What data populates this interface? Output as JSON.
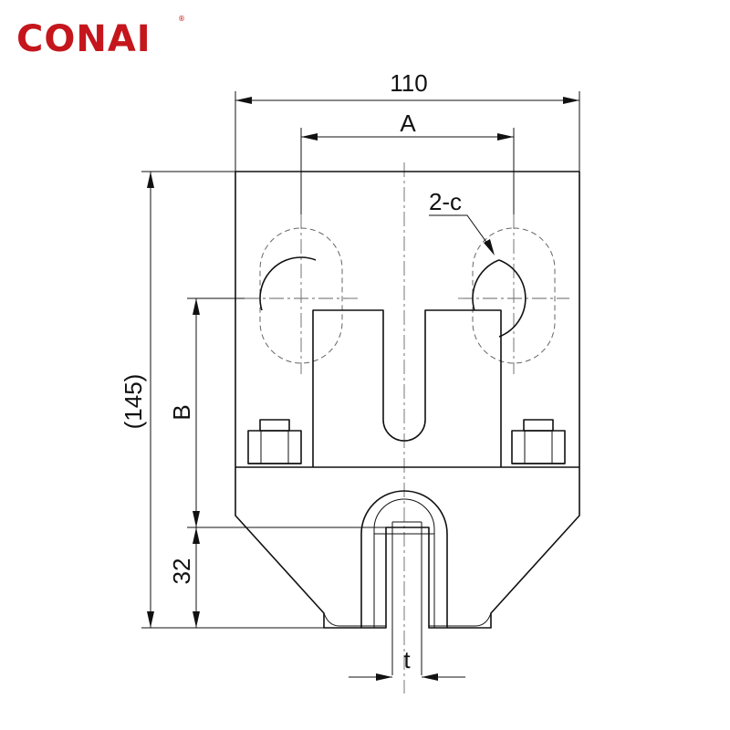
{
  "brand": {
    "name": "CONAI",
    "registered_mark": "®",
    "color": "#c4161c"
  },
  "dimensions": {
    "overall_width": "110",
    "hole_spacing": "A",
    "hole_callout": "2-c",
    "overall_height": "(145)",
    "hole_to_bottom": "B",
    "bottom_height": "32",
    "slot_width": "t"
  },
  "colors": {
    "line": "#111111",
    "hidden_line": "#666666"
  }
}
